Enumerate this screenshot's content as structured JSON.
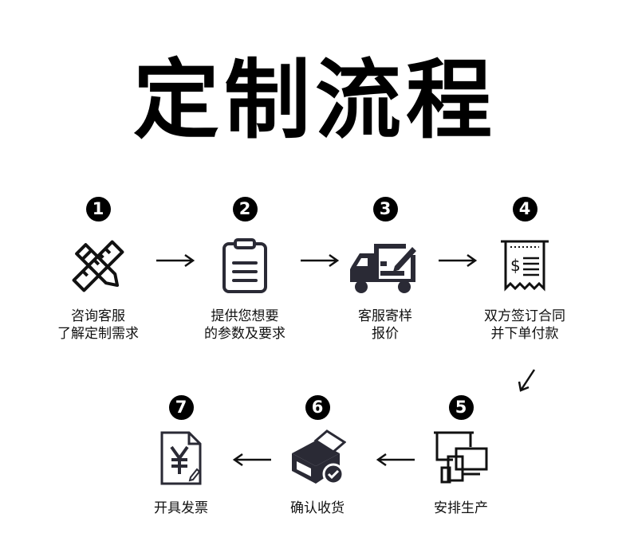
{
  "title": "定制流程",
  "steps": [
    {
      "number": "1",
      "icon": "ruler-pencil-icon",
      "line1": "咨询客服",
      "line2": "了解定制需求"
    },
    {
      "number": "2",
      "icon": "clipboard-icon",
      "line1": "提供您想要",
      "line2": "的参数及要求"
    },
    {
      "number": "3",
      "icon": "truck-edit-icon",
      "line1": "客服寄样",
      "line2": "报价"
    },
    {
      "number": "4",
      "icon": "receipt-icon",
      "line1": "双方签订合同",
      "line2": "并下单付款"
    },
    {
      "number": "5",
      "icon": "devices-icon",
      "line1": "安排生产"
    },
    {
      "number": "6",
      "icon": "box-check-icon",
      "line1": "确认收货"
    },
    {
      "number": "7",
      "icon": "invoice-yen-icon",
      "line1": "开具发票"
    }
  ]
}
